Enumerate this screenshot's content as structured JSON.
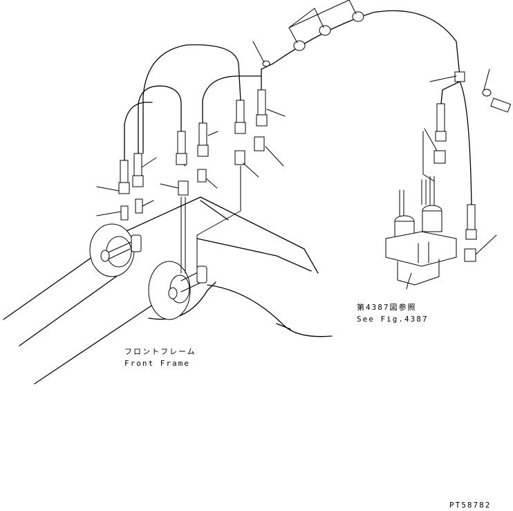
{
  "labels": {
    "front_frame_jp": "フロントフレーム",
    "front_frame_en": "Front Frame",
    "see_fig_jp": "第4387図参照",
    "see_fig_en": "See Fig.4387",
    "part_code": "PT58782"
  },
  "colors": {
    "ink": "#000000",
    "paper": "#ffffff"
  }
}
